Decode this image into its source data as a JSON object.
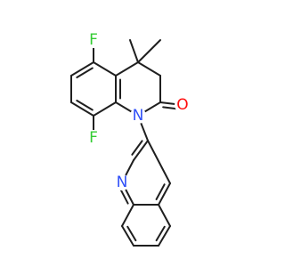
{
  "molecule": {
    "colors": {
      "bond": "#1f1f1f",
      "F": "#33cc33",
      "N": "#3050f8",
      "O": "#ff0d0d",
      "background": "#ffffff"
    },
    "atoms": {
      "F5": "F",
      "F8": "F",
      "N1": "N",
      "O2": "O",
      "Nq": "N"
    }
  }
}
